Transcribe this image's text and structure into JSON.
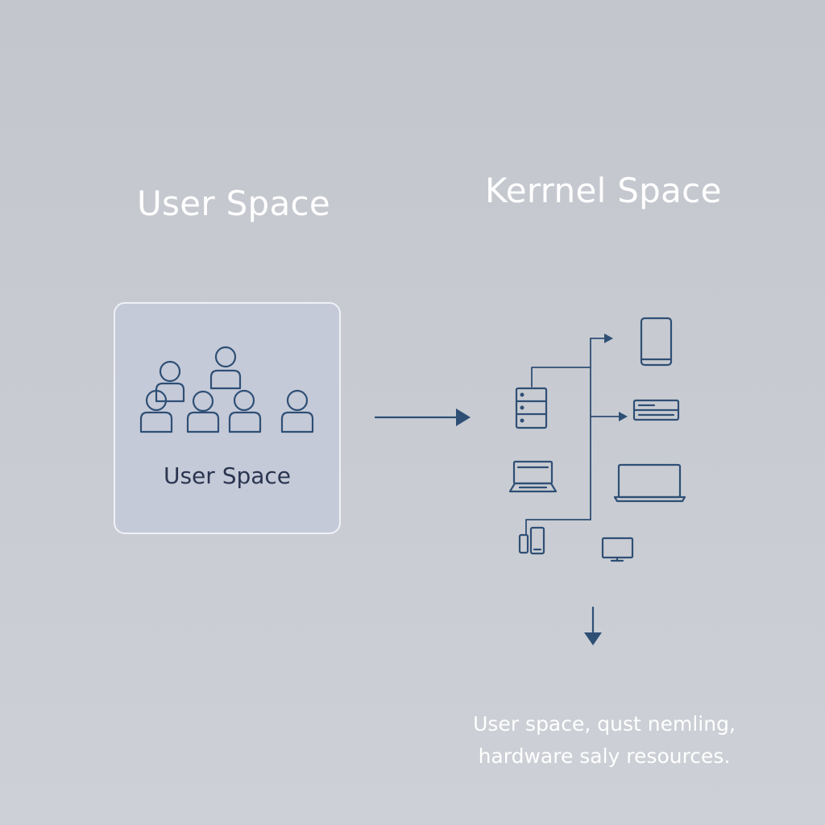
{
  "diagram": {
    "left_heading": "User Space",
    "right_heading": "Kerrnel Space",
    "box_label": "User Space",
    "caption_line1": "User space, qust nemling,",
    "caption_line2": "hardware saly resources."
  },
  "colors": {
    "background_top": "#c3c6cd",
    "background_bottom": "#cdd0d6",
    "box_fill": "#c5cad8",
    "box_border": "#eef1f6",
    "line_color": "#2f4f75",
    "icon_color": "#2f4f75",
    "heading_color": "#ffffff"
  },
  "icons": {
    "users": [
      "person-icon",
      "person-icon",
      "person-icon",
      "person-icon",
      "person-icon",
      "person-icon"
    ],
    "devices": [
      "server-icon",
      "tablet-icon",
      "rack-unit-icon",
      "laptop-keyboard-icon",
      "laptop-icon",
      "phones-icon",
      "monitor-icon"
    ]
  }
}
